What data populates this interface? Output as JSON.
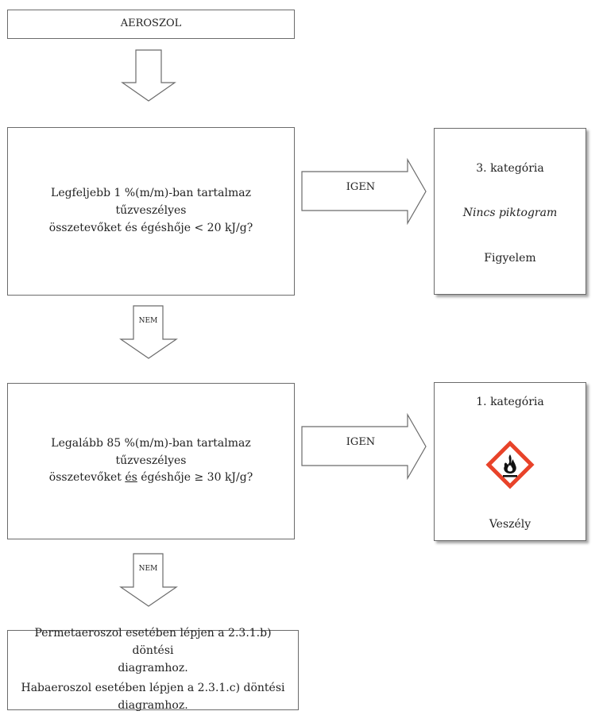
{
  "start": {
    "label": "AEROSZOL"
  },
  "question1": {
    "line1": "Legfeljebb 1 %(m/m)-ban tartalmaz tűzveszélyes",
    "line2": "összetevőket és égéshője < 20 kJ/g?"
  },
  "result1": {
    "category": "3. kategória",
    "pictogram": "Nincs piktogram",
    "signal_word": "Figyelem"
  },
  "question2": {
    "line1": "Legalább 85 %(m/m)-ban tartalmaz tűzveszélyes",
    "line2_pre": "összetevőket ",
    "line2_underlined": "és",
    "line2_post": " égéshője ≥ 30 kJ/g?"
  },
  "result2": {
    "category": "1. kategória",
    "pictogram_icon": "ghs02-flame-icon",
    "signal_word": "Veszély"
  },
  "arrows": {
    "yes1": "IGEN",
    "no1": "NEM",
    "yes2": "IGEN",
    "no2": "NEM"
  },
  "end": {
    "spray_line1": "Permetaeroszol esetében lépjen a 2.3.1.b) döntési",
    "spray_line2": "diagramhoz.",
    "foam_line1": "Habaeroszol esetében lépjen a 2.3.1.c) döntési",
    "foam_line2": "diagramhoz."
  },
  "colors": {
    "border": "#6b6b6b",
    "ghs_red": "#e8432a",
    "text": "#222222"
  }
}
